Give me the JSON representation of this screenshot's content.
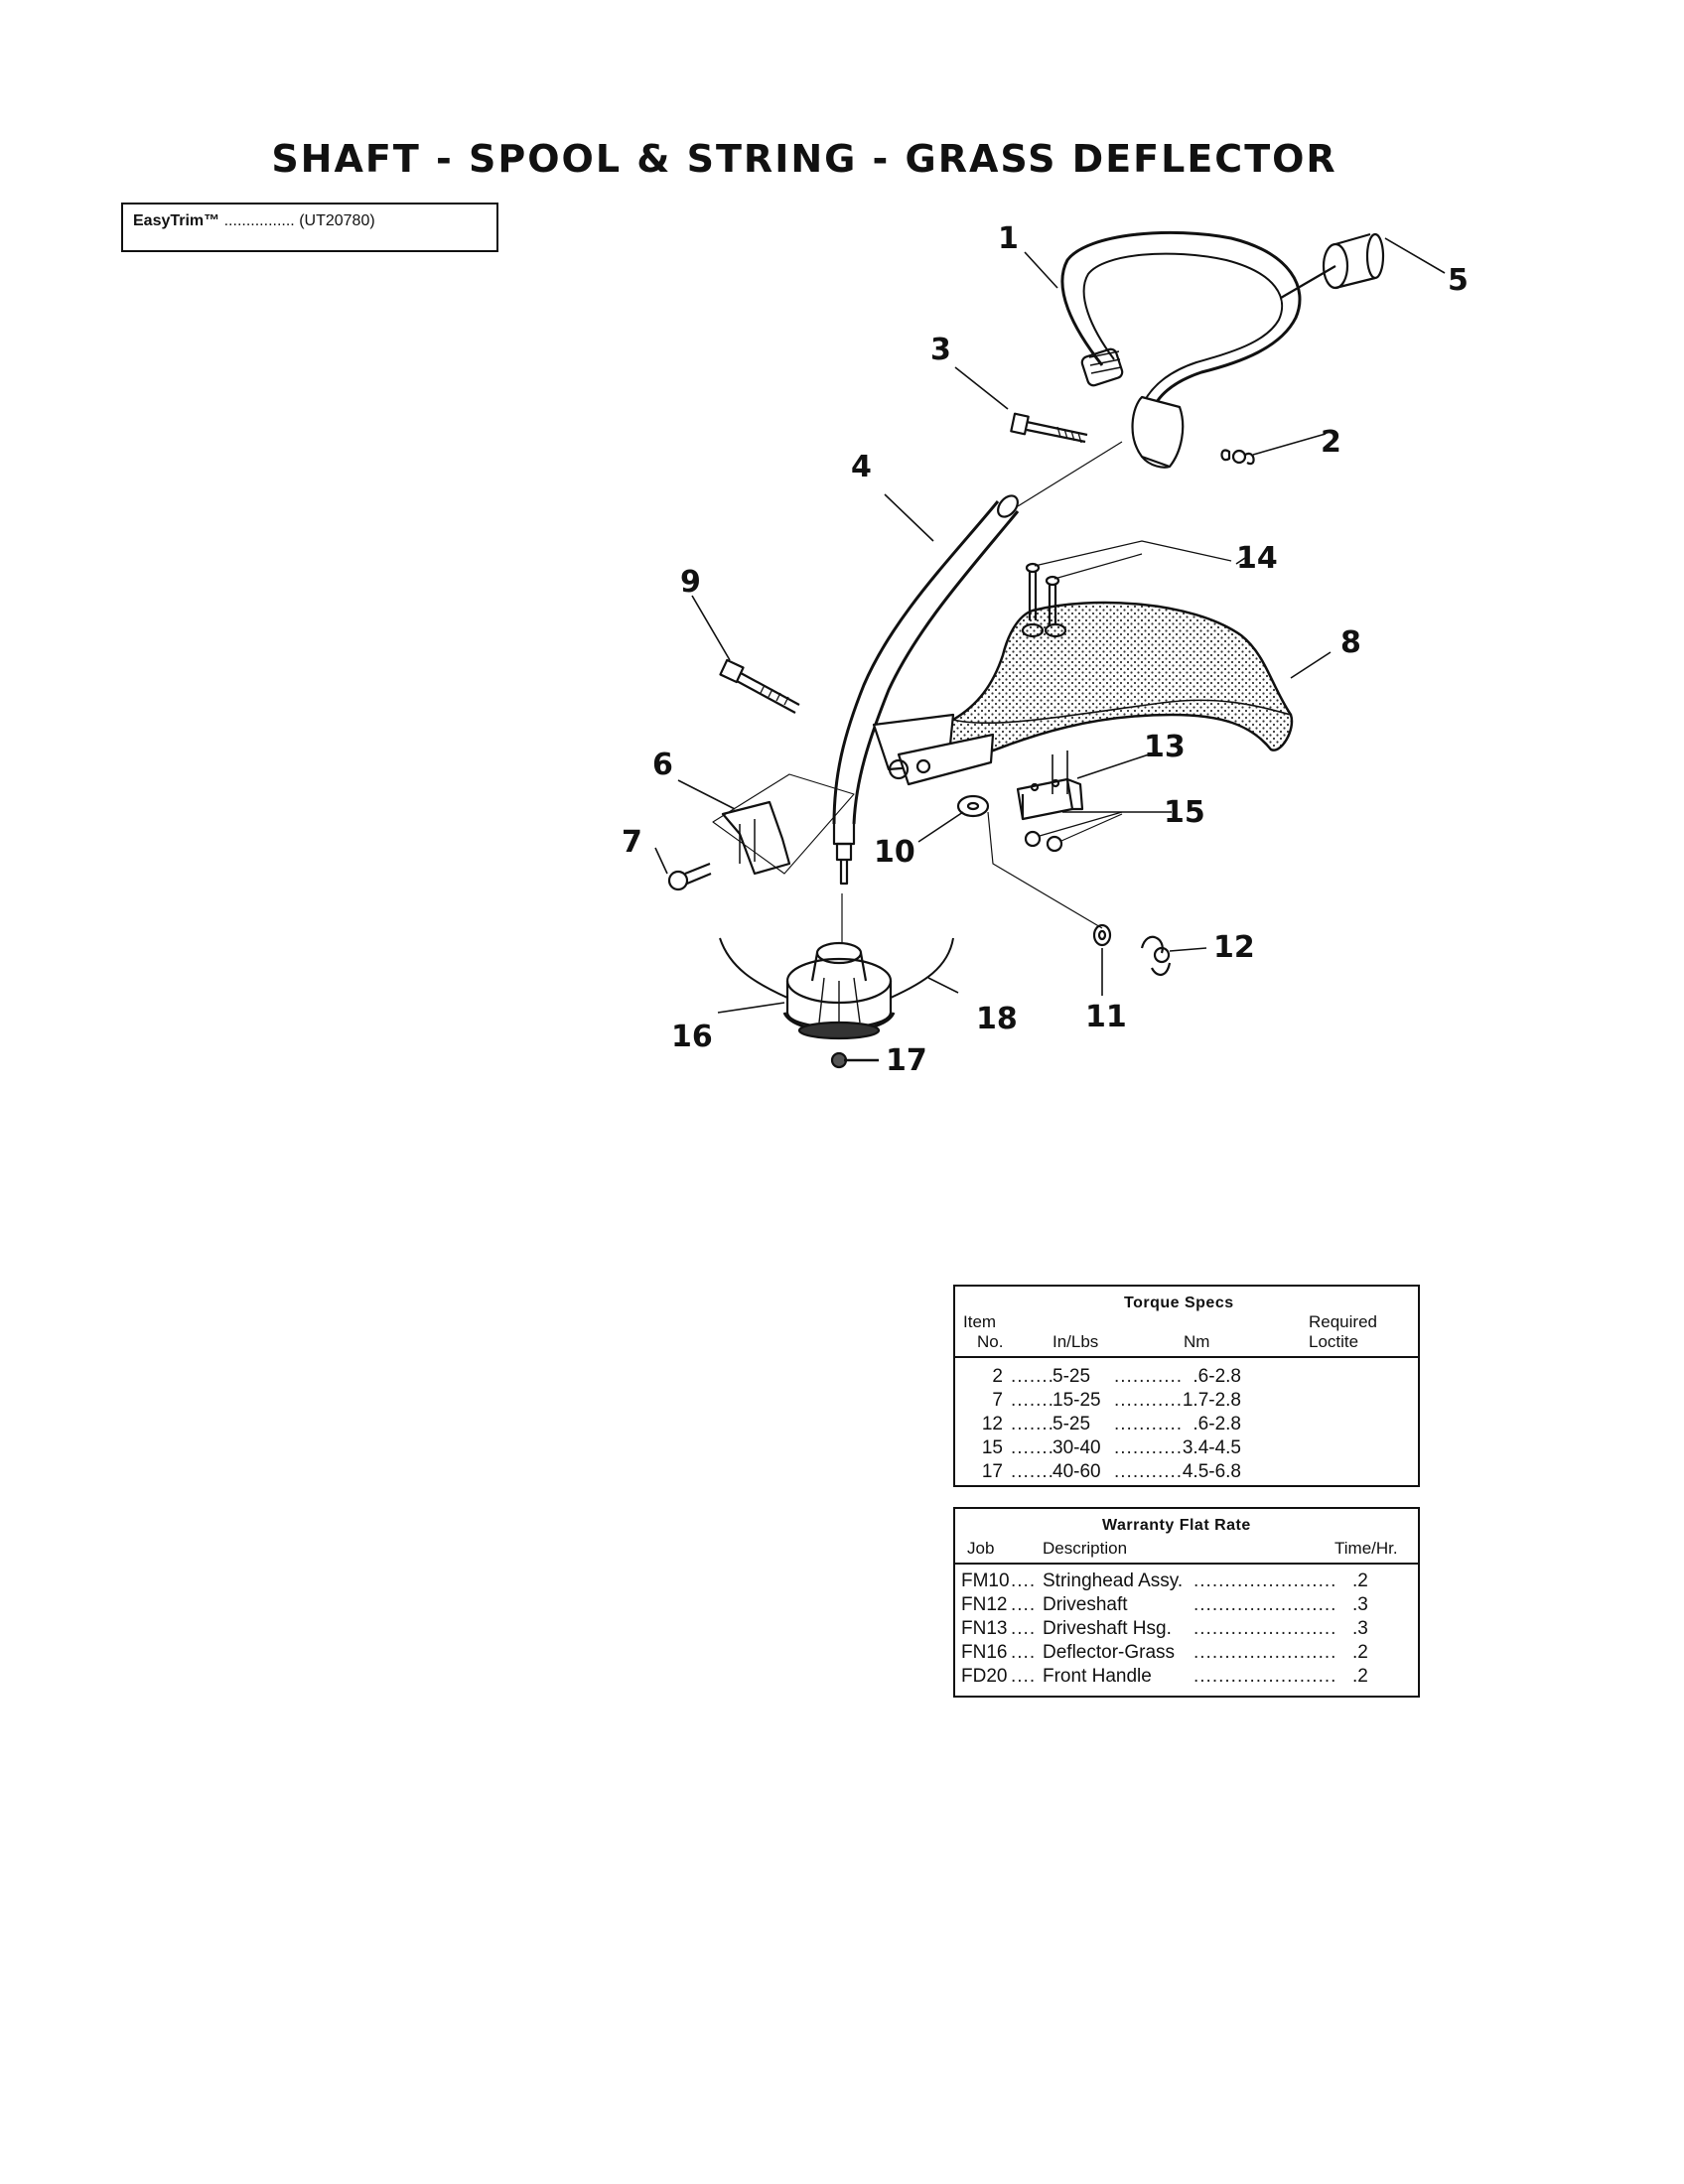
{
  "title": "SHAFT - SPOOL & STRING - GRASS DEFLECTOR",
  "model": {
    "name": "EasyTrim™",
    "dots": "................",
    "code": "(UT20780)"
  },
  "callouts": [
    "1",
    "2",
    "3",
    "4",
    "5",
    "6",
    "7",
    "8",
    "9",
    "10",
    "11",
    "12",
    "13",
    "14",
    "15",
    "16",
    "17",
    "18"
  ],
  "torque": {
    "title": "Torque Specs",
    "col_item": "Item",
    "col_no": "No.",
    "col_inlbs": "In/Lbs",
    "col_nm": "Nm",
    "col_req": "Required",
    "col_loctite": "Loctite",
    "rows": [
      {
        "no": "2",
        "inlbs": "5-25",
        "nm": ".6-2.8"
      },
      {
        "no": "7",
        "inlbs": "15-25",
        "nm": "1.7-2.8"
      },
      {
        "no": "12",
        "inlbs": "5-25",
        "nm": ".6-2.8"
      },
      {
        "no": "15",
        "inlbs": "30-40",
        "nm": "3.4-4.5"
      },
      {
        "no": "17",
        "inlbs": "40-60",
        "nm": "4.5-6.8"
      }
    ]
  },
  "warranty": {
    "title": "Warranty Flat Rate",
    "col_job": "Job",
    "col_desc": "Description",
    "col_time": "Time/Hr.",
    "rows": [
      {
        "job": "FM10",
        "desc": "Stringhead Assy.",
        "time": ".2"
      },
      {
        "job": "FN12",
        "desc": "Driveshaft",
        "time": ".3"
      },
      {
        "job": "FN13",
        "desc": "Driveshaft Hsg.",
        "time": ".3"
      },
      {
        "job": "FN16",
        "desc": "Deflector-Grass",
        "time": ".2"
      },
      {
        "job": "FD20",
        "desc": "Front Handle",
        "time": ".2"
      }
    ]
  }
}
